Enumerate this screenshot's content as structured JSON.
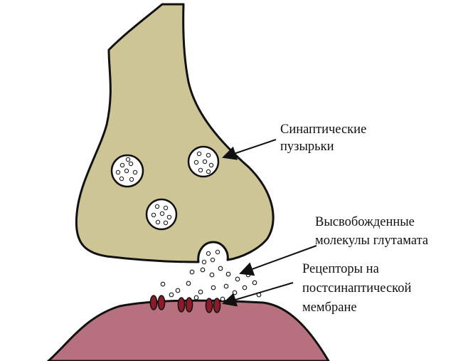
{
  "labels": {
    "vesicles": [
      "Синаптические",
      "пузырьки"
    ],
    "glutamate": [
      "Высвобожденные",
      "молекулы глутамата"
    ],
    "receptors": [
      "Рецепторы на",
      "постсинаптической",
      "мембране"
    ]
  },
  "colors": {
    "presynaptic_terminal": "#cdc596",
    "postsynaptic_membrane": "#b7707d",
    "receptor": "#8b1a2b",
    "outline": "#111111",
    "vesicle_fill": "#ffffff"
  },
  "counts": {
    "vesicles": 3,
    "receptors": 3,
    "released_molecules": 20
  }
}
